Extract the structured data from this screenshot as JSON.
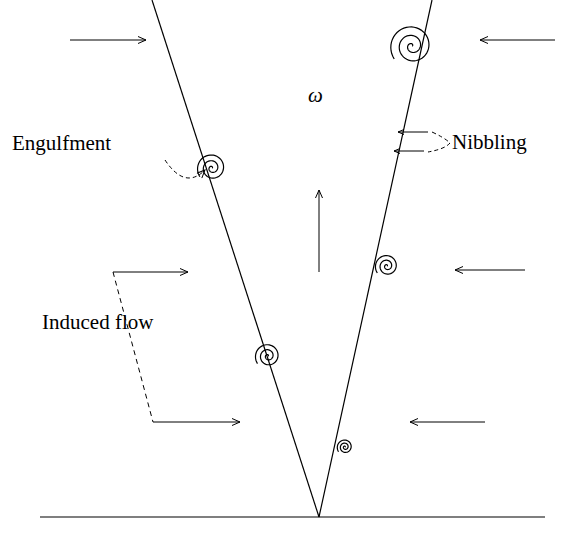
{
  "diagram": {
    "labels": [
      "Engulfment",
      "ω",
      "Nibbling",
      "Induced flow"
    ]
  }
}
